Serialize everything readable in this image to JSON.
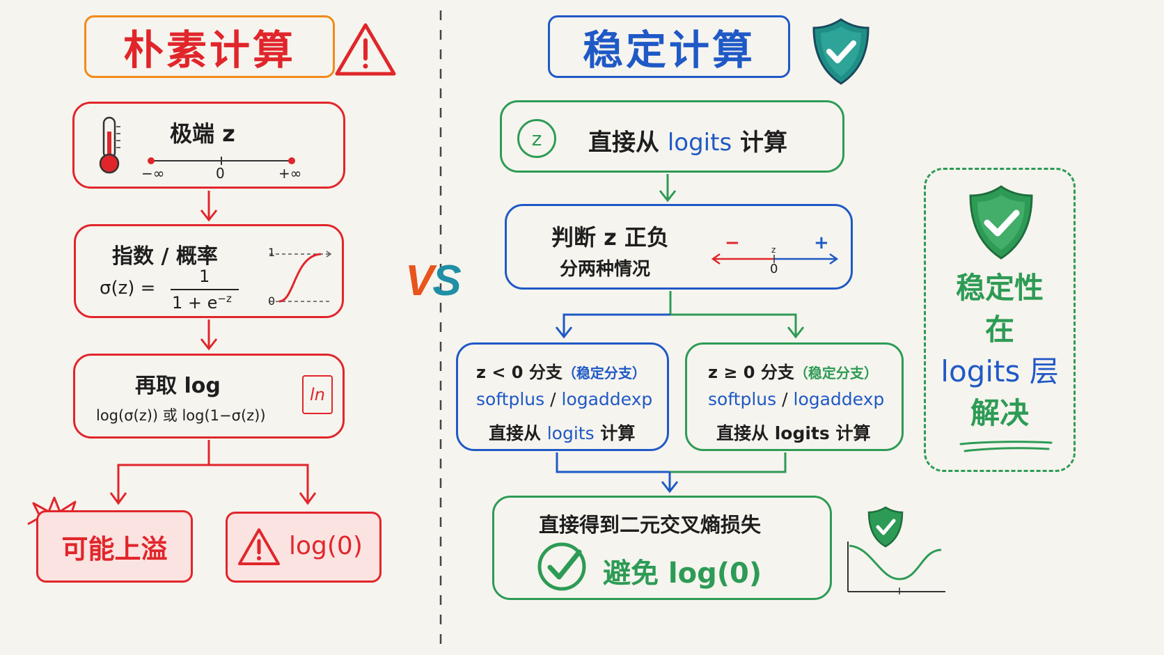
{
  "left_title": "朴素计算",
  "right_title": "稳定计算",
  "vs": "VS",
  "naive": {
    "step1_title": "极端 z",
    "axis_neg": "−∞",
    "axis_zero": "0",
    "axis_pos": "+∞",
    "step2_title": "指数 / 概率",
    "formula_lhs": "σ(z) =",
    "formula_num": "1",
    "formula_den": "1 + e",
    "formula_exp": "−z",
    "sig_one": "1",
    "sig_zero": "0",
    "step3_title": "再取 log",
    "step3_formula": "log(σ(z)) 或 log(1−σ(z))",
    "ln_icon_label": "ln",
    "outcome_overflow": "可能上溢",
    "outcome_log0": "log(0)"
  },
  "stable": {
    "step1_label_pre": "直接从 ",
    "step1_label_logits": "logits",
    "step1_label_post": " 计算",
    "z_circle": "z",
    "step2_title": "判断 z 正负",
    "step2_sub": "分两种情况",
    "sign_minus": "−",
    "sign_plus": "+",
    "axis_z": "z",
    "axis_zero": "0",
    "branch_neg_title": "z < 0 分支",
    "branch_neg_tag": "（稳定分支）",
    "branch_pos_title": "z ≥ 0 分支",
    "branch_pos_tag": "（稳定分支）",
    "branch_funcs_a": "softplus",
    "branch_funcs_sep": " / ",
    "branch_funcs_b": "logaddexp",
    "branch_neg_direct_pre": "直接从 ",
    "branch_neg_direct_logits": "logits",
    "branch_neg_direct_post": " 计算",
    "branch_pos_direct": "直接从 logits 计算",
    "result_title": "直接得到二元交叉熵损失",
    "result_avoid": "避免 log(0)"
  },
  "side_note": {
    "line1": "稳定性",
    "line2": "在",
    "line3": "logits 层",
    "line4": "解决"
  },
  "colors": {
    "red": "#e0262b",
    "orange": "#f28a1a",
    "blue": "#1f59c6",
    "green": "#2d9b55",
    "teal": "#1f8f86"
  }
}
